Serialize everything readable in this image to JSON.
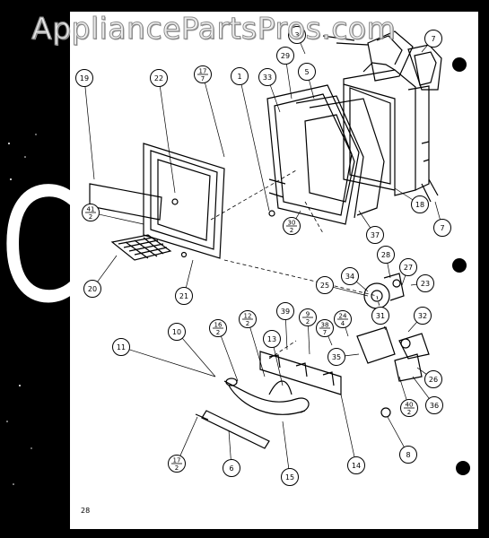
{
  "watermark": "AppliancePartsPros.com",
  "section_letter": "C",
  "page_number": "28",
  "callouts": [
    {
      "id": "c3",
      "label": "3"
    },
    {
      "id": "c7top",
      "label": "7"
    },
    {
      "id": "c19",
      "label": "19"
    },
    {
      "id": "c22",
      "label": "22"
    },
    {
      "id": "c17a",
      "num": "17",
      "den": "7"
    },
    {
      "id": "c1",
      "label": "1"
    },
    {
      "id": "c33",
      "label": "33"
    },
    {
      "id": "c29",
      "label": "29"
    },
    {
      "id": "c5",
      "label": "5"
    },
    {
      "id": "c41",
      "num": "41",
      "den": "2"
    },
    {
      "id": "c18",
      "label": "18"
    },
    {
      "id": "c7",
      "label": "7"
    },
    {
      "id": "c37",
      "label": "37"
    },
    {
      "id": "c30",
      "num": "30",
      "den": "2"
    },
    {
      "id": "c20",
      "label": "20"
    },
    {
      "id": "c21",
      "label": "21"
    },
    {
      "id": "c28",
      "label": "28"
    },
    {
      "id": "c34",
      "label": "34"
    },
    {
      "id": "c27",
      "label": "27"
    },
    {
      "id": "c23",
      "label": "23"
    },
    {
      "id": "c25",
      "label": "25"
    },
    {
      "id": "c31",
      "label": "31"
    },
    {
      "id": "c32",
      "label": "32"
    },
    {
      "id": "c39",
      "label": "39"
    },
    {
      "id": "c9",
      "num": "9",
      "den": "2"
    },
    {
      "id": "c24",
      "num": "24",
      "den": "4"
    },
    {
      "id": "c38",
      "num": "38",
      "den": "7"
    },
    {
      "id": "c12",
      "num": "12",
      "den": "2"
    },
    {
      "id": "c16",
      "num": "16",
      "den": "2"
    },
    {
      "id": "c13",
      "label": "13"
    },
    {
      "id": "c10",
      "label": "10"
    },
    {
      "id": "c11",
      "label": "11"
    },
    {
      "id": "c35",
      "label": "35"
    },
    {
      "id": "c26",
      "label": "26"
    },
    {
      "id": "c36",
      "label": "36"
    },
    {
      "id": "c40",
      "num": "40",
      "den": "2"
    },
    {
      "id": "c8",
      "label": "8"
    },
    {
      "id": "c14",
      "label": "14"
    },
    {
      "id": "c15",
      "label": "15"
    },
    {
      "id": "c6",
      "label": "6"
    },
    {
      "id": "c17b",
      "num": "17",
      "den": "2"
    }
  ]
}
